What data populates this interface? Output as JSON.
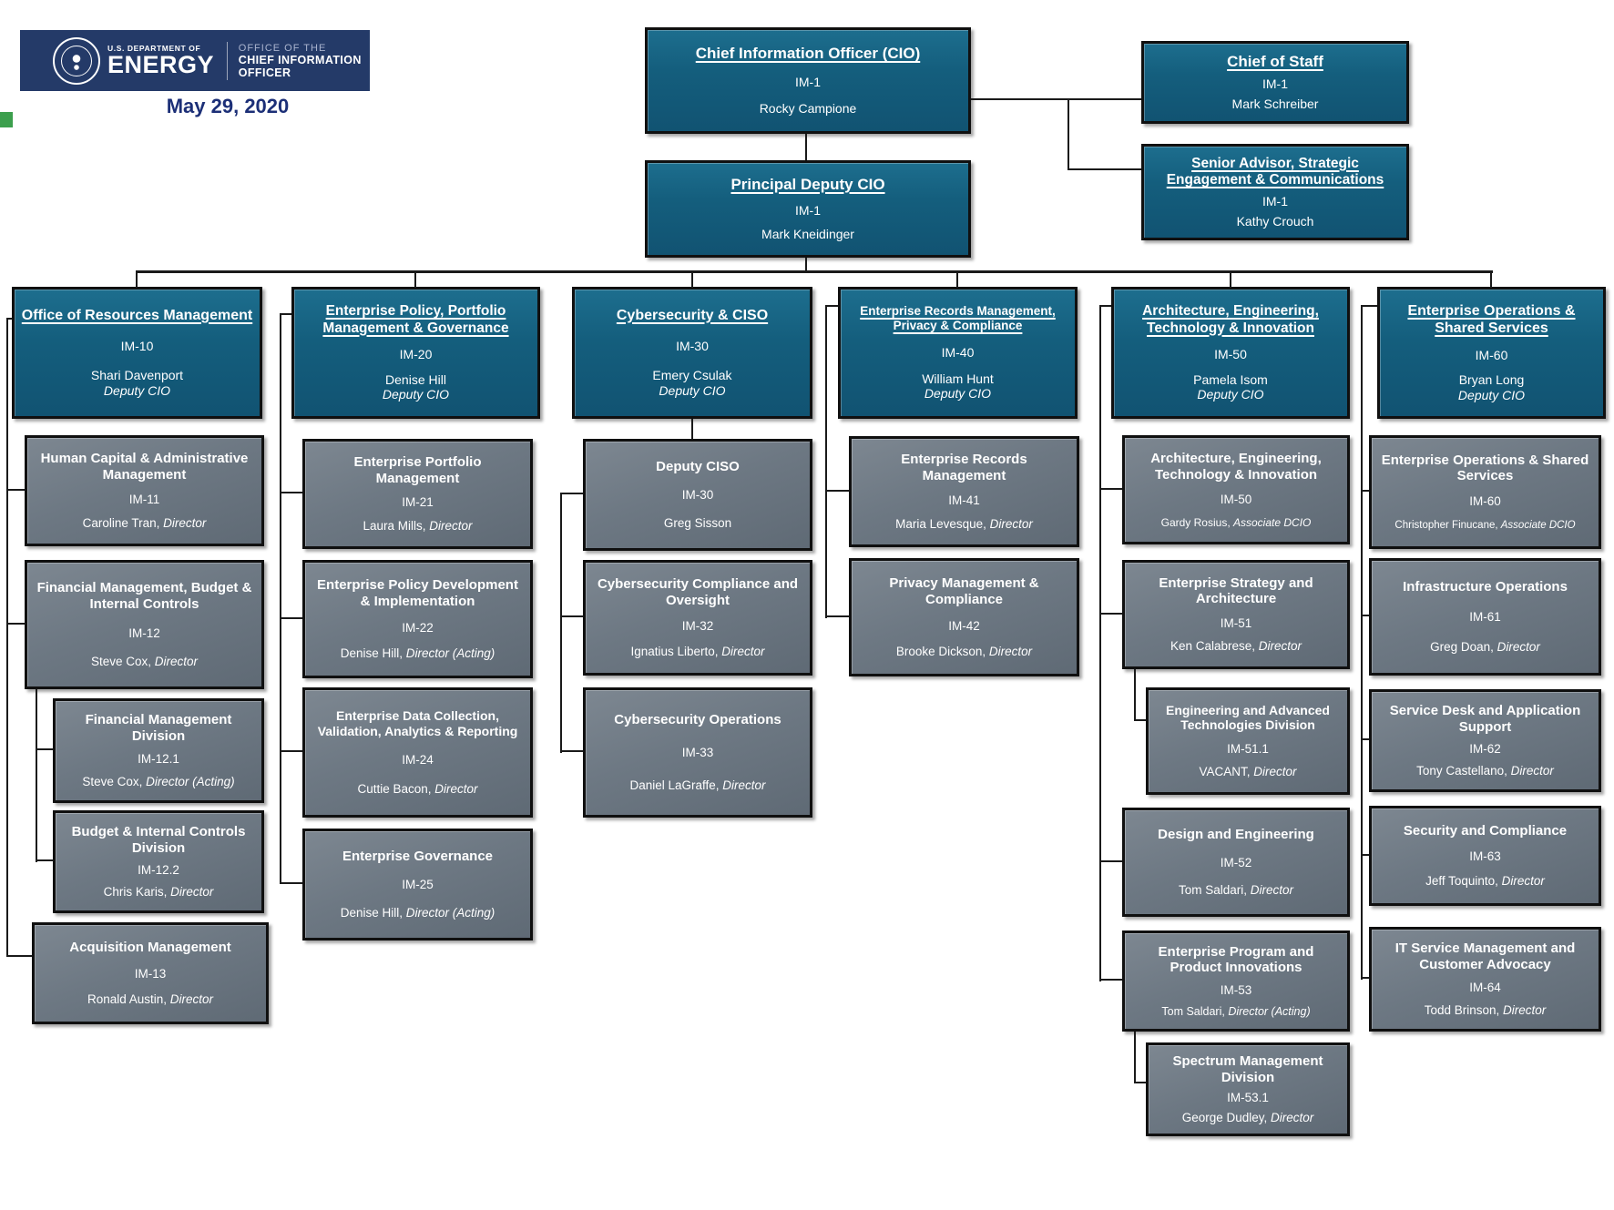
{
  "header": {
    "agency_small": "U.S. DEPARTMENT OF",
    "agency_big": "ENERGY",
    "office_line1": "OFFICE OF THE",
    "office_line2": "CHIEF INFORMATION OFFICER",
    "date": "May 29, 2020"
  },
  "colors": {
    "box_teal": "#145e7d",
    "box_gray": "#6d7883",
    "logo_navy": "#243a68",
    "date_text": "#1c2f77",
    "green_accent": "#3c9f4d",
    "connector": "#1a1a1a"
  },
  "top": {
    "cio": {
      "title": "Chief Information Officer (CIO)",
      "code": "IM-1",
      "name": "Rocky Campione"
    },
    "chief_of_staff": {
      "title": "Chief of Staff",
      "code": "IM-1",
      "name": "Mark Schreiber"
    },
    "senior_advisor": {
      "title": "Senior Advisor, Strategic Engagement & Communications",
      "code": "IM-1",
      "name": "Kathy Crouch"
    },
    "principal_deputy": {
      "title": "Principal Deputy CIO",
      "code": "IM-1",
      "name": "Mark Kneidinger"
    }
  },
  "columns": [
    {
      "head": {
        "title": "Office of Resources Management",
        "code": "IM-10",
        "name": "Shari Davenport",
        "role": "Deputy CIO"
      },
      "children": [
        {
          "title": "Human Capital & Administrative Management",
          "code": "IM-11",
          "name": "Caroline Tran",
          "role": "Director"
        },
        {
          "title": "Financial Management, Budget & Internal Controls",
          "code": "IM-12",
          "name": "Steve Cox",
          "role": "Director"
        },
        {
          "title": "Financial Management Division",
          "code": "IM-12.1",
          "name": "Steve Cox",
          "role": "Director (Acting)"
        },
        {
          "title": "Budget & Internal Controls Division",
          "code": "IM-12.2",
          "name": "Chris Karis",
          "role": "Director"
        },
        {
          "title": "Acquisition Management",
          "code": "IM-13",
          "name": "Ronald Austin",
          "role": "Director"
        }
      ]
    },
    {
      "head": {
        "title": "Enterprise Policy, Portfolio Management & Governance",
        "code": "IM-20",
        "name": "Denise Hill",
        "role": "Deputy CIO"
      },
      "children": [
        {
          "title": "Enterprise Portfolio Management",
          "code": "IM-21",
          "name": "Laura Mills",
          "role": "Director"
        },
        {
          "title": "Enterprise Policy Development & Implementation",
          "code": "IM-22",
          "name": "Denise Hill",
          "role": "Director (Acting)"
        },
        {
          "title": "Enterprise Data Collection, Validation, Analytics & Reporting",
          "code": "IM-24",
          "name": "Cuttie Bacon",
          "role": "Director"
        },
        {
          "title": "Enterprise Governance",
          "code": "IM-25",
          "name": "Denise Hill",
          "role": "Director (Acting)"
        }
      ]
    },
    {
      "head": {
        "title": "Cybersecurity & CISO",
        "code": "IM-30",
        "name": "Emery Csulak",
        "role": "Deputy CIO"
      },
      "children": [
        {
          "title": "Deputy CISO",
          "code": "IM-30",
          "name": "Greg Sisson",
          "role": ""
        },
        {
          "title": "Cybersecurity Compliance and Oversight",
          "code": "IM-32",
          "name": "Ignatius Liberto",
          "role": "Director"
        },
        {
          "title": "Cybersecurity Operations",
          "code": "IM-33",
          "name": "Daniel LaGraffe",
          "role": "Director"
        }
      ]
    },
    {
      "head": {
        "title": "Enterprise Records Management, Privacy & Compliance",
        "code": "IM-40",
        "name": "William Hunt",
        "role": "Deputy CIO"
      },
      "children": [
        {
          "title": "Enterprise Records Management",
          "code": "IM-41",
          "name": "Maria Levesque",
          "role": "Director"
        },
        {
          "title": "Privacy Management & Compliance",
          "code": "IM-42",
          "name": "Brooke Dickson",
          "role": "Director"
        }
      ]
    },
    {
      "head": {
        "title": "Architecture, Engineering, Technology & Innovation",
        "code": "IM-50",
        "name": "Pamela Isom",
        "role": "Deputy CIO"
      },
      "children": [
        {
          "title": "Architecture, Engineering, Technology & Innovation",
          "code": "IM-50",
          "name": "Gardy Rosius",
          "role": "Associate DCIO"
        },
        {
          "title": "Enterprise Strategy and Architecture",
          "code": "IM-51",
          "name": "Ken Calabrese",
          "role": "Director"
        },
        {
          "title": "Engineering and Advanced Technologies Division",
          "code": "IM-51.1",
          "name": "VACANT",
          "role": "Director"
        },
        {
          "title": "Design and Engineering",
          "code": "IM-52",
          "name": "Tom Saldari",
          "role": "Director"
        },
        {
          "title": "Enterprise Program and Product Innovations",
          "code": "IM-53",
          "name": "Tom Saldari",
          "role": "Director (Acting)"
        },
        {
          "title": "Spectrum Management Division",
          "code": "IM-53.1",
          "name": "George Dudley",
          "role": "Director"
        }
      ]
    },
    {
      "head": {
        "title": "Enterprise Operations & Shared Services",
        "code": "IM-60",
        "name": "Bryan Long",
        "role": "Deputy CIO"
      },
      "children": [
        {
          "title": "Enterprise Operations & Shared Services",
          "code": "IM-60",
          "name": "Christopher Finucane",
          "role": "Associate DCIO"
        },
        {
          "title": "Infrastructure Operations",
          "code": "IM-61",
          "name": "Greg Doan",
          "role": "Director"
        },
        {
          "title": "Service Desk and Application Support",
          "code": "IM-62",
          "name": "Tony Castellano",
          "role": "Director"
        },
        {
          "title": "Security and Compliance",
          "code": "IM-63",
          "name": "Jeff Toquinto",
          "role": "Director"
        },
        {
          "title": "IT Service Management and Customer Advocacy",
          "code": "IM-64",
          "name": "Todd Brinson",
          "role": "Director"
        }
      ]
    }
  ]
}
